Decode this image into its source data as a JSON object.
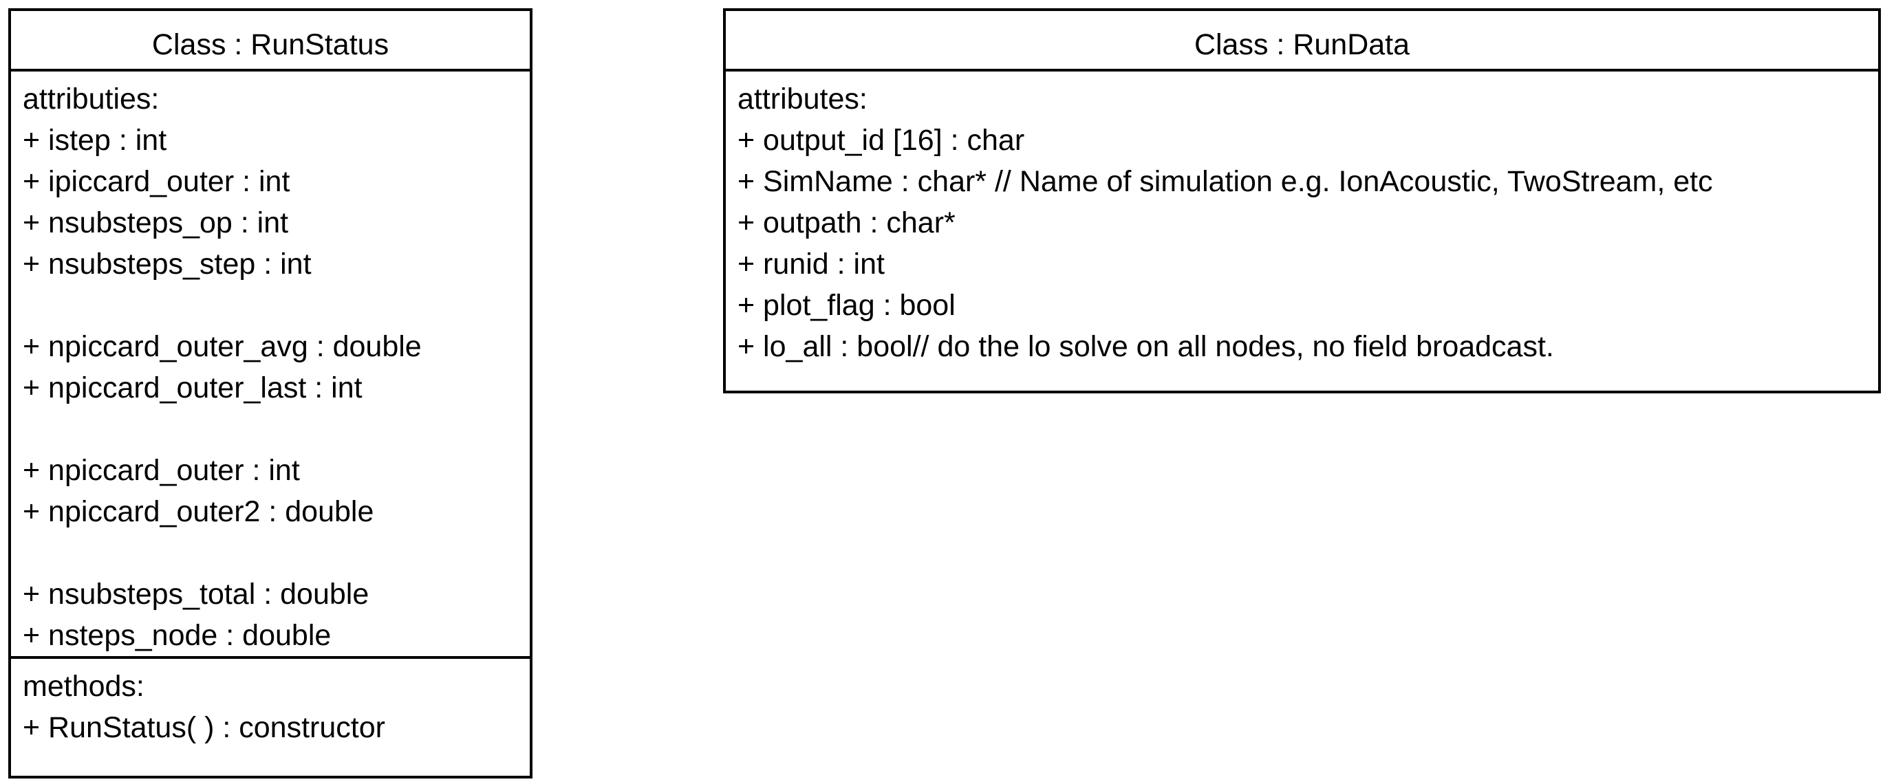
{
  "classes": {
    "runstatus": {
      "title": "Class : RunStatus",
      "attributes_heading": "attributies:",
      "attributes": [
        "+ istep : int",
        "+ ipiccard_outer : int",
        "+ nsubsteps_op : int",
        "+ nsubsteps_step : int",
        "",
        "+ npiccard_outer_avg : double",
        "+ npiccard_outer_last : int",
        "",
        "+ npiccard_outer : int",
        "+ npiccard_outer2 : double",
        "",
        "+ nsubsteps_total : double",
        "+ nsteps_node : double"
      ],
      "methods_heading": "methods:",
      "methods": [
        "+ RunStatus( ) : constructor"
      ]
    },
    "rundata": {
      "title": "Class : RunData",
      "attributes_heading": "attributes:",
      "attributes": [
        "+ output_id [16] : char",
        "+ SimName : char* // Name of simulation e.g. IonAcoustic, TwoStream, etc",
        "+ outpath : char*",
        "+ runid : int",
        "+ plot_flag : bool",
        "+ lo_all : bool// do the lo solve on all nodes, no field broadcast."
      ]
    }
  }
}
